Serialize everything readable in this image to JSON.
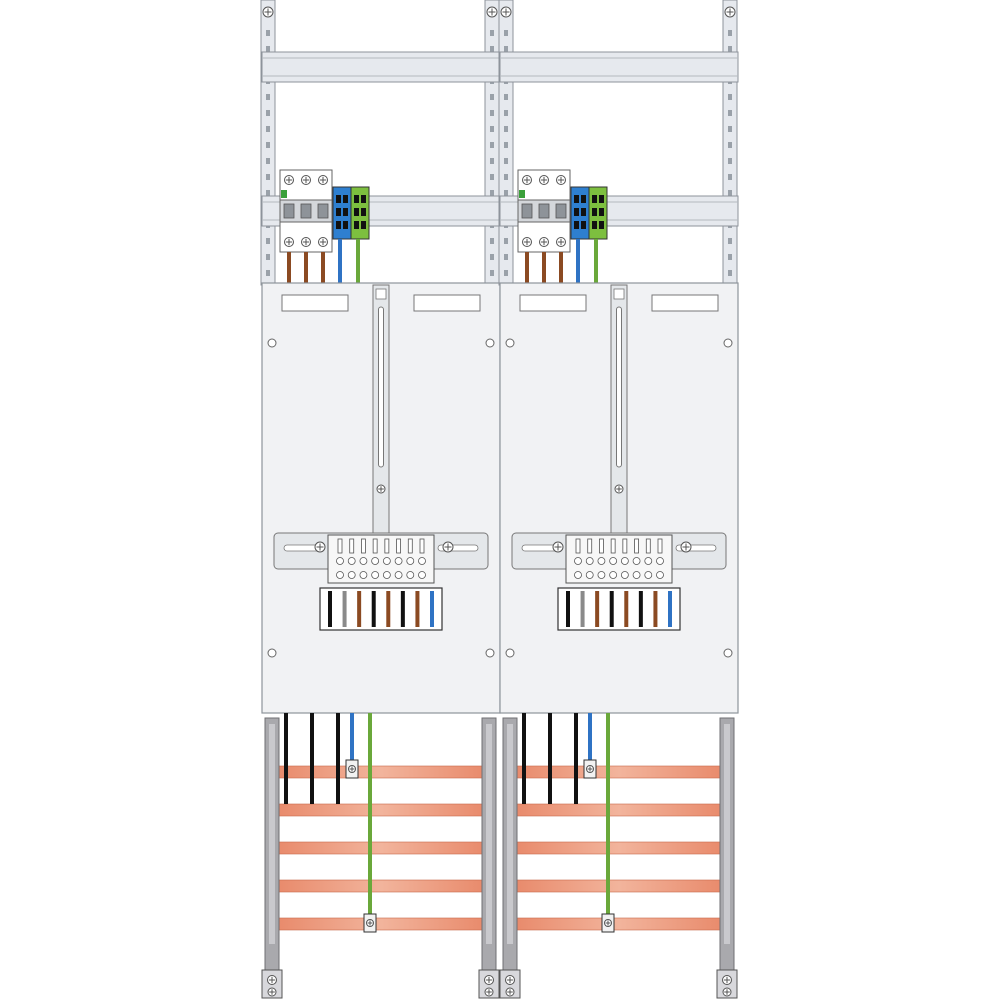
{
  "diagram": {
    "kind": "electrical-meter-cabinet-layout",
    "fields": 2,
    "colors": {
      "background": "#ffffff",
      "rail": "#e6e9ee",
      "rail_outline": "#8d939b",
      "panel": "#f1f2f4",
      "panel_outline": "#8e949b",
      "copper": "#e8896a",
      "copper_light": "#f2b49c",
      "busbar_support": "#a9a9ad",
      "wire_brown": "#8b4a22",
      "wire_black": "#111111",
      "wire_grey": "#8a8a8a",
      "wire_blue": "#2f73c4",
      "wire_green": "#6aa83a",
      "terminal_blue": "#2e7fd0",
      "terminal_green": "#7dbf3f"
    },
    "wire_sequences": {
      "breaker_outgoing": [
        "brown",
        "brown",
        "brown",
        "blue",
        "green"
      ],
      "meter_terminal": [
        "black",
        "grey",
        "brown",
        "black",
        "brown",
        "black",
        "brown",
        "blue"
      ],
      "lower_feeds": [
        "black",
        "black",
        "black",
        "blue",
        "green"
      ]
    },
    "busbar_count": 5,
    "icons": [
      "screw-icon",
      "circuit-breaker-icon",
      "terminal-block-icon",
      "meter-mount-icon",
      "busbar-clamp-icon"
    ]
  }
}
